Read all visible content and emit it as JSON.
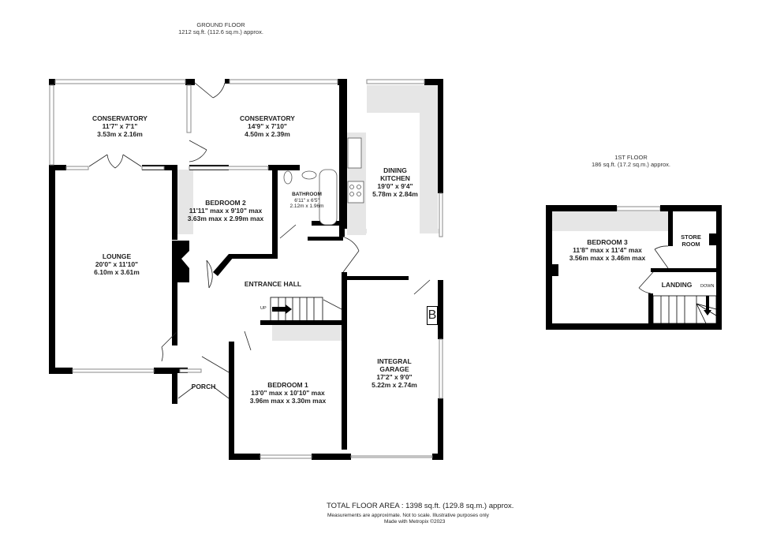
{
  "ground_floor": {
    "title": "GROUND FLOOR",
    "area": "1212 sq.ft. (112.6 sq.m.) approx.",
    "rooms": [
      {
        "name": "CONSERVATORY",
        "imperial": "11'7\"  x 7'1\"",
        "metric": "3.53m  x 2.16m"
      },
      {
        "name": "CONSERVATORY",
        "imperial": "14'9\"  x 7'10\"",
        "metric": "4.50m  x 2.39m"
      },
      {
        "name": "DINING KITCHEN",
        "line1": "DINING",
        "line2": "KITCHEN",
        "imperial": "19'0\"  x 9'4\"",
        "metric": "5.78m  x 2.84m"
      },
      {
        "name": "BEDROOM 2",
        "imperial": "11'11\" max x 9'10\" max",
        "metric": "3.63m max x 2.99m max"
      },
      {
        "name": "BATHROOM",
        "imperial": "6'11\"  x 6'5\"",
        "metric": "2.12m  x 1.96m"
      },
      {
        "name": "LOUNGE",
        "imperial": "20'0\"  x 11'10\"",
        "metric": "6.10m  x 3.61m"
      },
      {
        "name": "ENTRANCE HALL"
      },
      {
        "name": "INTEGRAL GARAGE",
        "line1": "INTEGRAL",
        "line2": "GARAGE",
        "imperial": "17'2\"  x 9'0\"",
        "metric": "5.22m  x 2.74m"
      },
      {
        "name": "BEDROOM 1",
        "imperial": "13'0\" max x 10'10\" max",
        "metric": "3.96m max x 3.30m max"
      },
      {
        "name": "PORCH"
      }
    ],
    "stairs_label": "UP",
    "boiler_label": "B"
  },
  "first_floor": {
    "title": "1ST FLOOR",
    "area": "186 sq.ft. (17.2 sq.m.) approx.",
    "rooms": [
      {
        "name": "BEDROOM 3",
        "imperial": "11'8\" max x 11'4\" max",
        "metric": "3.56m max x 3.46m max"
      },
      {
        "name": "STORE ROOM",
        "line1": "STORE",
        "line2": "ROOM"
      },
      {
        "name": "LANDING"
      }
    ],
    "stairs_label": "DOWN"
  },
  "footer": {
    "total": "TOTAL FLOOR AREA : 1398 sq.ft. (129.8 sq.m.) approx.",
    "note": "Measurements are approximate.  Not to scale.  Illustrative purposes only",
    "made_with": "Made with Metropix ©2023"
  }
}
